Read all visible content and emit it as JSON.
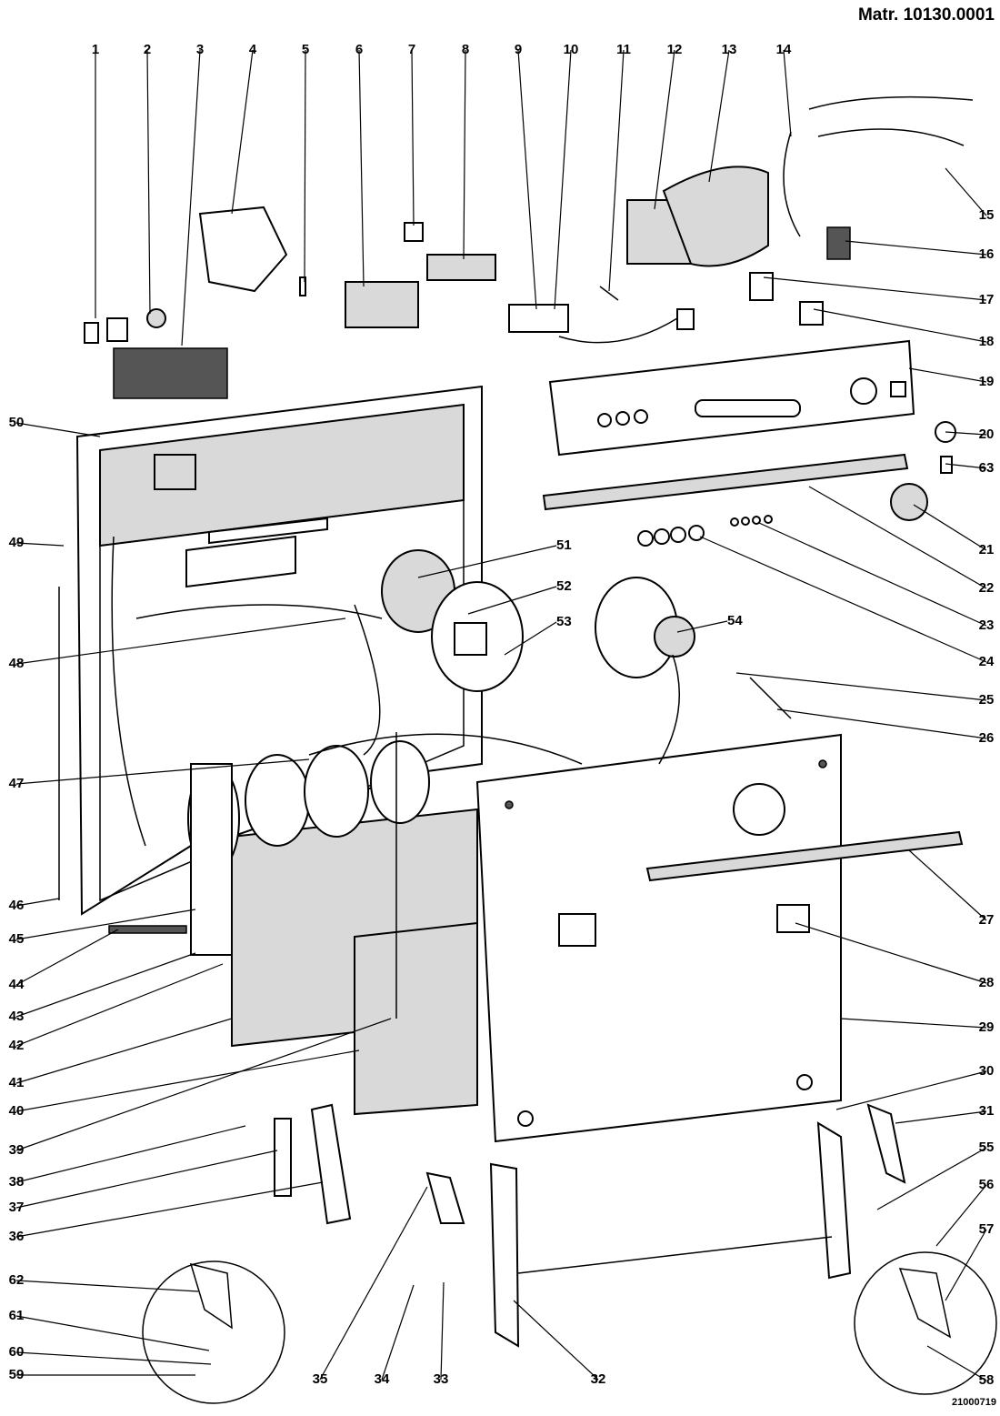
{
  "header": {
    "model": "Matr. 10130.0001"
  },
  "footer": {
    "drawing_code": "21000719"
  },
  "callouts": {
    "top": [
      "1",
      "2",
      "3",
      "4",
      "5",
      "6",
      "7",
      "8",
      "9",
      "10",
      "11",
      "12",
      "13",
      "14"
    ],
    "right": [
      "15",
      "16",
      "17",
      "18",
      "19",
      "20",
      "63",
      "21",
      "22",
      "23",
      "24",
      "25",
      "26",
      "27",
      "28",
      "29",
      "30",
      "31",
      "55",
      "56",
      "57",
      "58"
    ],
    "left": [
      "50",
      "49",
      "48",
      "47",
      "46",
      "45",
      "44",
      "43",
      "42",
      "41",
      "40",
      "39",
      "38",
      "37",
      "36",
      "62",
      "61",
      "60",
      "59"
    ],
    "bottom": [
      "35",
      "34",
      "33",
      "32"
    ],
    "center": [
      "51",
      "52",
      "53",
      "54"
    ]
  }
}
